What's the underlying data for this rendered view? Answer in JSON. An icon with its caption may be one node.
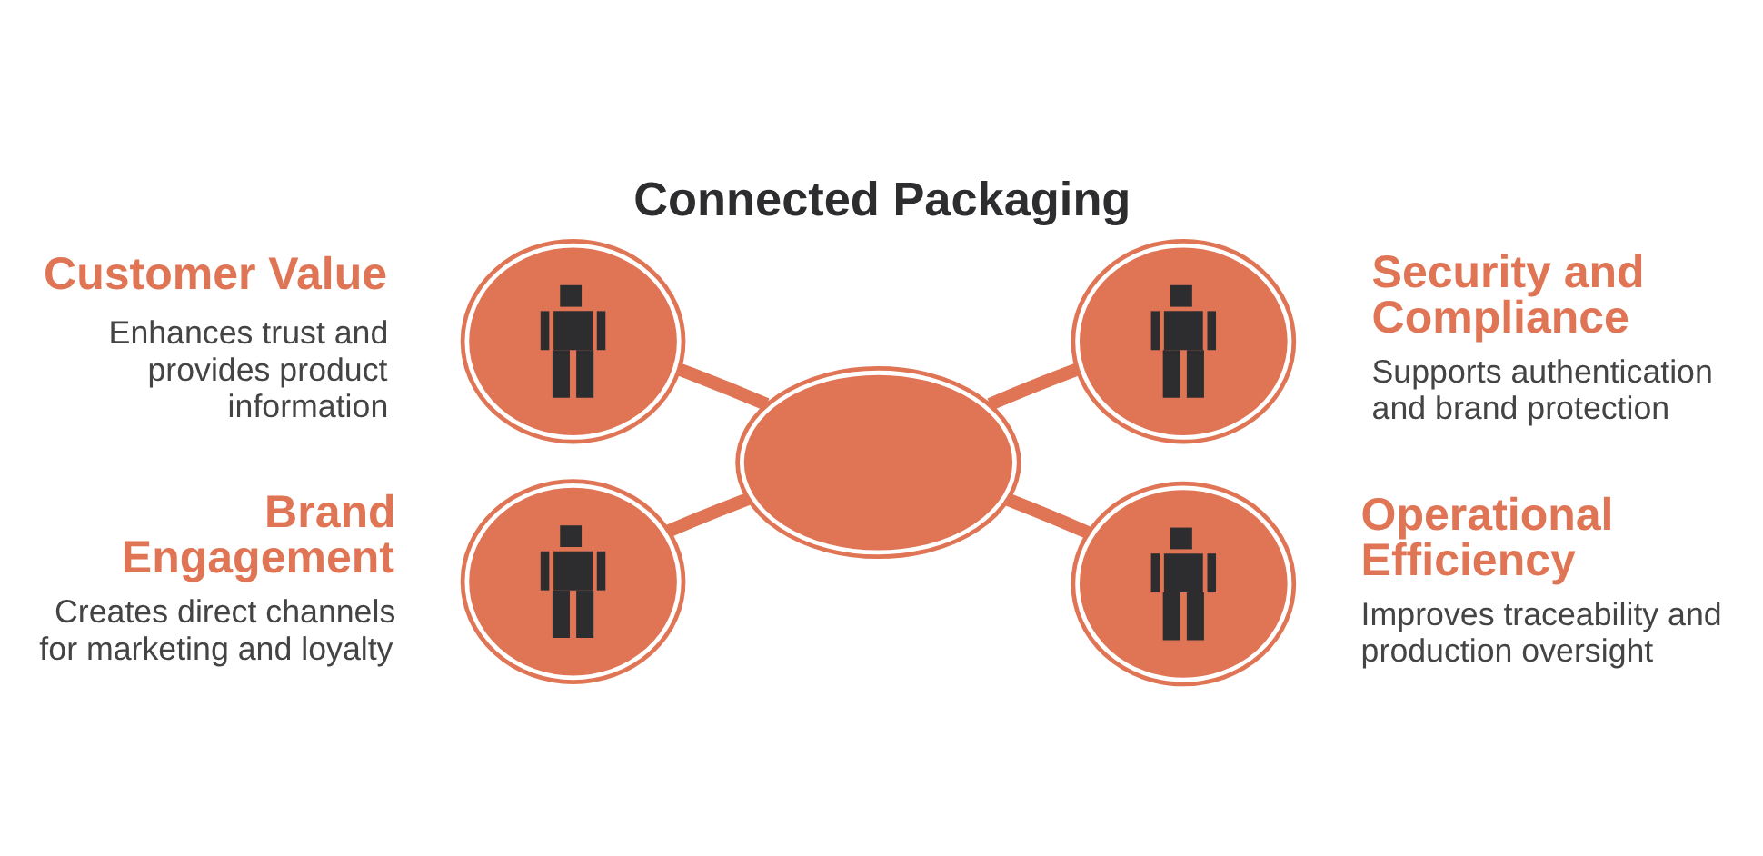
{
  "diagram": {
    "title": "Connected Packaging",
    "nodes": [
      {
        "text": [],
        "shape": "picture"
      },
      {
        "text": [],
        "shape": "person",
        "beside": [
          "Customer Value",
          "Enhances trust and provides product information"
        ]
      },
      {
        "text": [],
        "shape": "person",
        "beside": [
          "Brand Engagement",
          "Creates direct channels for marketing and loyalty"
        ]
      },
      {
        "text": [],
        "shape": "person",
        "beside": [
          "Operational Efficiency",
          "Improves traceability and production oversight"
        ]
      },
      {
        "text": [],
        "shape": "person",
        "beside": [
          "Security and Compliance",
          "Supports authentication and brand protection"
        ]
      }
    ],
    "edges": [
      {
        "from": 0,
        "to": 1,
        "arrow": "none"
      },
      {
        "from": 0,
        "to": 2,
        "arrow": "none"
      },
      {
        "from": 0,
        "to": 3,
        "arrow": "none"
      },
      {
        "from": 0,
        "to": 4,
        "arrow": "none"
      }
    ]
  }
}
